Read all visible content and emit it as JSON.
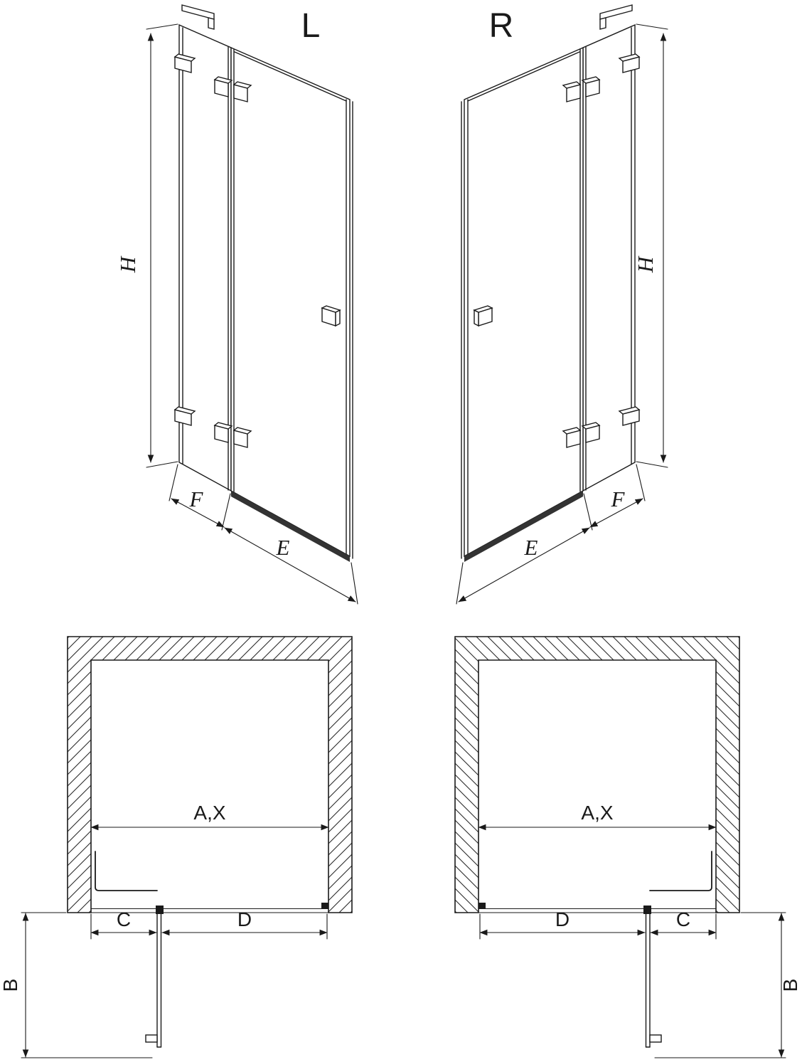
{
  "colors": {
    "ink": "#1a1a1a",
    "background": "#ffffff"
  },
  "front_views": {
    "left": {
      "variant": "L",
      "height": "H",
      "fixed_panel_width": "F",
      "door_width": "E"
    },
    "right": {
      "variant": "R",
      "height": "H",
      "fixed_panel_width": "F",
      "door_width": "E"
    }
  },
  "plan_views": {
    "left": {
      "opening_width": "A,X",
      "wall_to_hinge": "C",
      "door_leaf_width": "D",
      "door_projection": "B"
    },
    "right": {
      "opening_width": "A,X",
      "wall_to_hinge": "C",
      "door_leaf_width": "D",
      "door_projection": "B"
    }
  }
}
